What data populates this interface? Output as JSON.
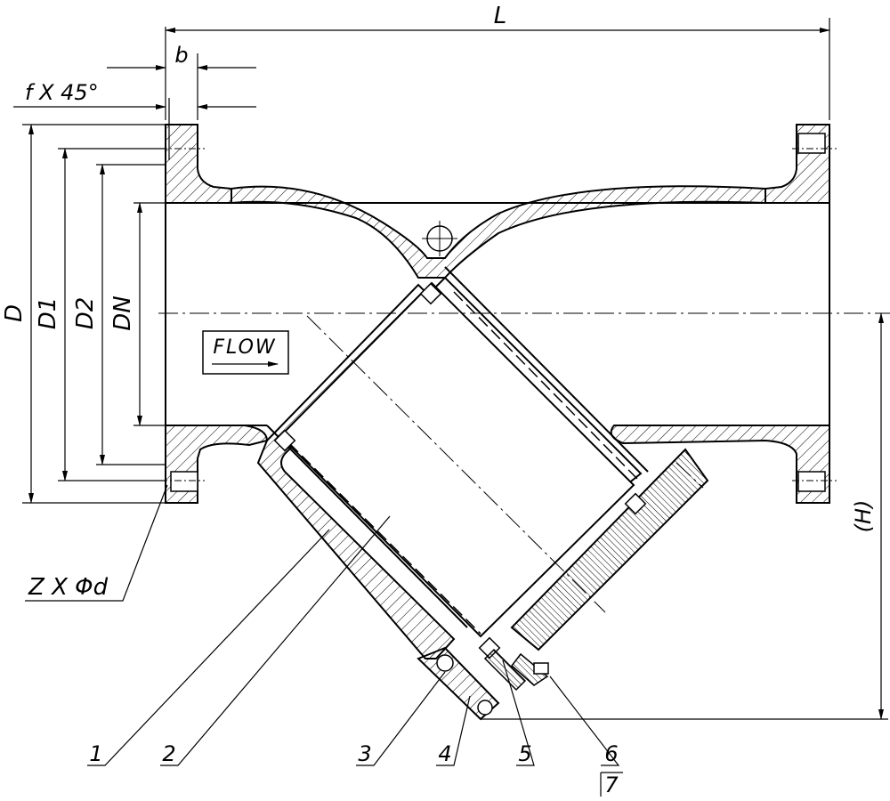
{
  "drawing": {
    "dimensions": {
      "length": "L",
      "flange_thickness": "b",
      "chamfer": "f X 45°",
      "flange_diameter": "D",
      "bolt_circle_diameter": "D1",
      "raised_face_diameter": "D2",
      "nominal_diameter": "DN",
      "height": "(H)",
      "bolt_holes": "Z X Φd"
    },
    "flow_label": "FLOW",
    "part_numbers": [
      "1",
      "2",
      "3",
      "4",
      "5",
      "6",
      "7"
    ]
  }
}
